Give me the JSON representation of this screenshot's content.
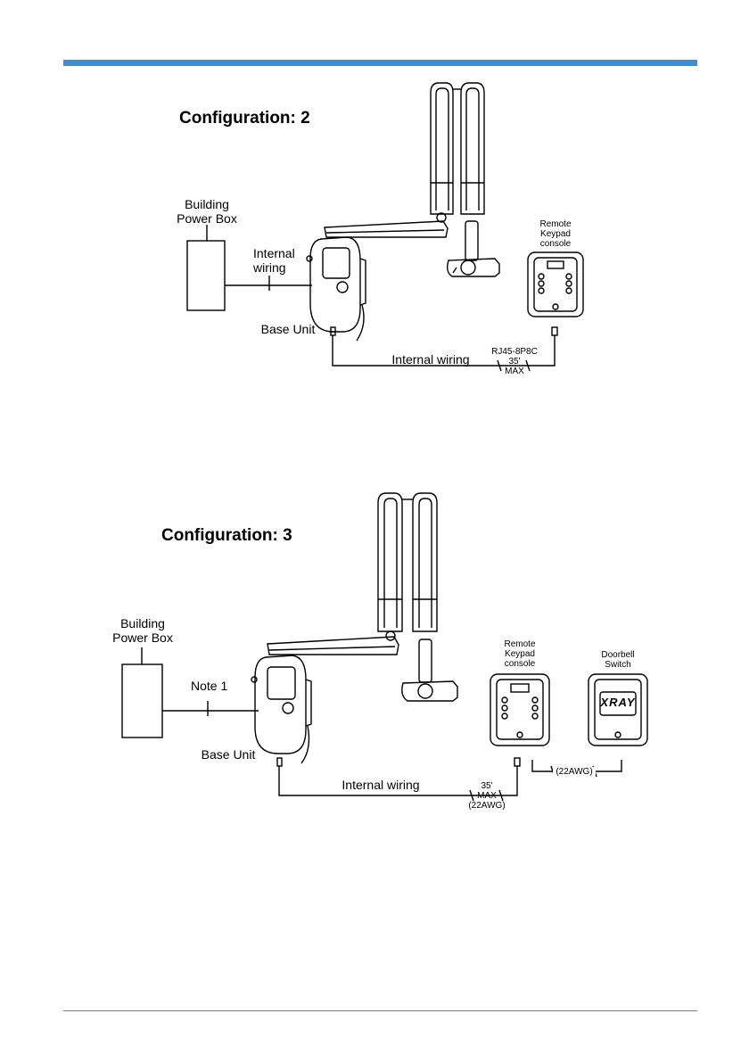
{
  "colors": {
    "accent": "#3b8fd9"
  },
  "config2": {
    "title": "Configuration: 2",
    "power_box": [
      "Building",
      "Power Box"
    ],
    "internal_wiring_short": [
      "Internal",
      "wiring"
    ],
    "base_unit": "Base Unit",
    "remote_keypad": [
      "Remote",
      "Keypad",
      "console"
    ],
    "internal_wiring": "Internal wiring",
    "cable_spec": [
      "RJ45-8P8C",
      "35'",
      "MAX"
    ]
  },
  "config3": {
    "title": "Configuration: 3",
    "power_box": [
      "Building",
      "Power Box"
    ],
    "note": "Note 1",
    "base_unit": "Base Unit",
    "remote_keypad": [
      "Remote",
      "Keypad",
      "console"
    ],
    "doorbell_switch": [
      "Doorbell",
      "Switch"
    ],
    "xray_logo": "XRAY",
    "internal_wiring": "Internal wiring",
    "cable_spec": [
      "35'",
      "MAX",
      "(22AWG)"
    ],
    "doorbell_cable": "(22AWG)"
  }
}
